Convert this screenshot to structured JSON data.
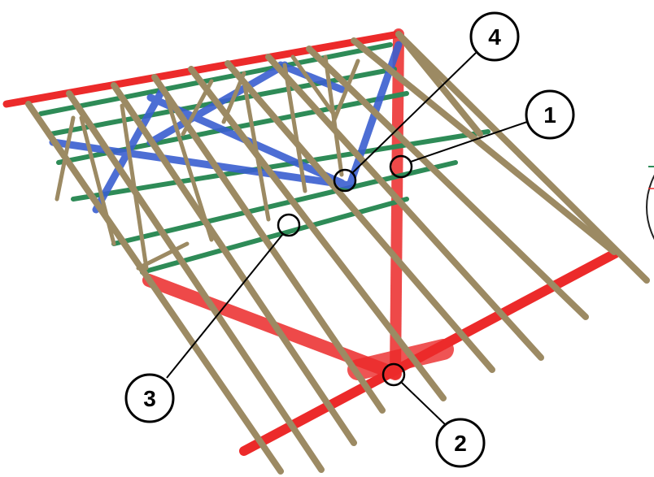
{
  "diagram": {
    "colors": {
      "timber": "#9c8a63",
      "timber_edge": "#6f6145",
      "red_member": "#ec2a2a",
      "green_member": "#2e8b57",
      "blue_member": "#3a5fd0",
      "callout_stroke": "#000000",
      "callout_fill": "#ffffff"
    },
    "callouts": [
      {
        "id": "1",
        "label": "1"
      },
      {
        "id": "2",
        "label": "2"
      },
      {
        "id": "3",
        "label": "3"
      },
      {
        "id": "4",
        "label": "4"
      }
    ]
  }
}
